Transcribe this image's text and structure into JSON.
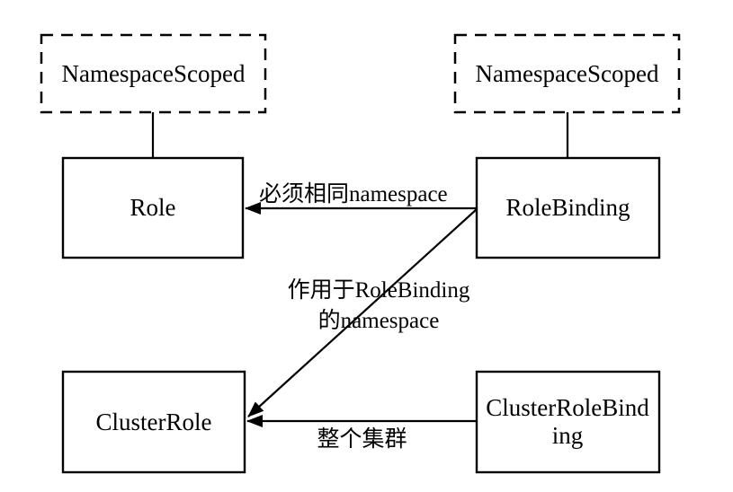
{
  "diagram": {
    "colors": {
      "background": "#ffffff",
      "line": "#000000",
      "text": "#000000"
    },
    "nodes": {
      "namespace_scoped_left": {
        "label": "NamespaceScoped",
        "style": "dashed"
      },
      "namespace_scoped_right": {
        "label": "NamespaceScoped",
        "style": "dashed"
      },
      "role": {
        "label": "Role",
        "style": "solid"
      },
      "role_binding": {
        "label": "RoleBinding",
        "style": "solid"
      },
      "cluster_role": {
        "label": "ClusterRole",
        "style": "solid"
      },
      "cluster_role_binding": {
        "label": "ClusterRoleBinding",
        "style": "solid"
      }
    },
    "edges": {
      "rolebinding_to_role": {
        "from": "RoleBinding",
        "to": "Role",
        "label": "必须相同namespace"
      },
      "rolebinding_to_clusterrole": {
        "from": "RoleBinding",
        "to": "ClusterRole",
        "label_line1": "作用于RoleBinding",
        "label_line2": "的namespace"
      },
      "clusterrolebinding_to_clusterrole": {
        "from": "ClusterRoleBinding",
        "to": "ClusterRole",
        "label": "整个集群"
      }
    }
  }
}
